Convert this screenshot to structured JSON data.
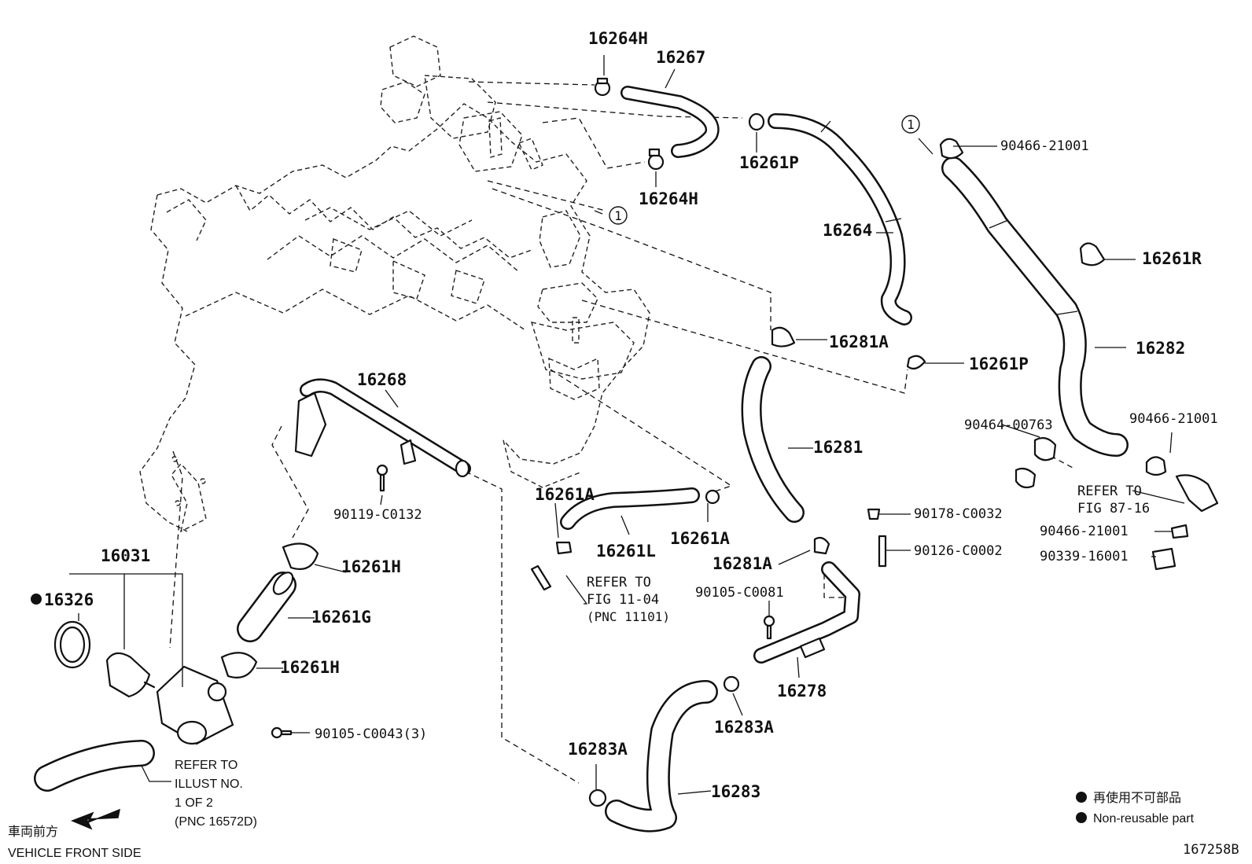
{
  "labels": {
    "p16264H_top": "16264H",
    "p16267": "16267",
    "p16261P_top": "16261P",
    "p16264H_mid": "16264H",
    "p16264": "16264",
    "p16281A_top": "16281A",
    "p16261P_mid": "16261P",
    "p90466_21001_a": "90466-21001",
    "p16261R": "16261R",
    "p16282": "16282",
    "p90466_21001_b": "90466-21001",
    "p90464_00763": "90464-00763",
    "p16268": "16268",
    "p90119_C0132": "90119-C0132",
    "p16281": "16281",
    "p16261A_left": "16261A",
    "p16261L": "16261L",
    "p16261A_right": "16261A",
    "p90178_C0032": "90178-C0032",
    "p90126_C0002": "90126-C0002",
    "p90466_21001_c": "90466-21001",
    "p90339_16001": "90339-16001",
    "p16281A_bot": "16281A",
    "p90105_C0081": "90105-C0081",
    "p16031": "16031",
    "p16326": "16326",
    "p16261H_top": "16261H",
    "p16261G": "16261G",
    "p16261H_bot": "16261H",
    "p90105_C0043": "90105-C0043(3)",
    "p16278": "16278",
    "p16283A_right": "16283A",
    "p16283A_left": "16283A",
    "p16283": "16283"
  },
  "circle_refs": {
    "ref_a": "1",
    "ref_b": "1"
  },
  "refs": {
    "fig87_line1": "REFER TO",
    "fig87_line2": "FIG 87-16",
    "fig11_line1": "REFER TO",
    "fig11_line2": "FIG 11-04",
    "fig11_line3": "(PNC 11101)",
    "illust_line1": "REFER TO",
    "illust_line2": "ILLUST NO.",
    "illust_line3": "1 OF 2",
    "illust_line4": "(PNC 16572D)"
  },
  "legend": {
    "jp": "再使用不可部品",
    "en": "Non-reusable part"
  },
  "direction": {
    "jp": "車両前方",
    "en": "VEHICLE FRONT SIDE"
  },
  "figure_id": "167258B"
}
